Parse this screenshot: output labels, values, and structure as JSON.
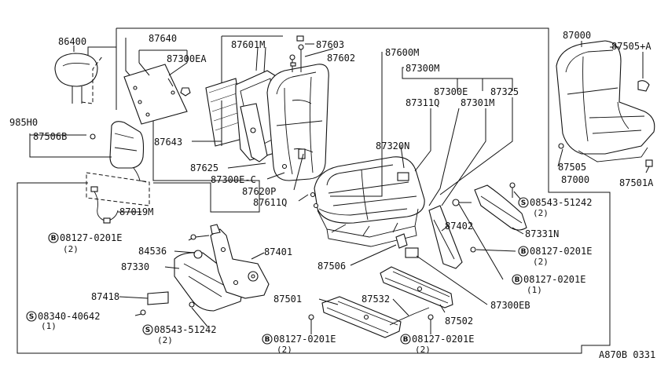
{
  "colors": {
    "ink": "#111111",
    "background": "#ffffff"
  },
  "labels": {
    "p86400": "86400",
    "p87640": "87640",
    "p87300EA": "87300EA",
    "p985H0": "985H0",
    "p87506B": "87506B",
    "p87601M": "87601M",
    "p87603": "87603",
    "p87602": "87602",
    "p87600M": "87600M",
    "p87300M": "87300M",
    "p87300E": "87300E",
    "p87311Q": "87311Q",
    "p87301M": "87301M",
    "p87325": "87325",
    "p87643": "87643",
    "p87625": "87625",
    "p87300E_C": "87300E-C",
    "p87620P": "87620P",
    "p87611Q": "87611Q",
    "p87320N": "87320N",
    "p87000_top": "87000",
    "p87505A": "87505+A",
    "p87505": "87505",
    "p87000_right": "87000",
    "p87501A": "87501A",
    "p87019M": "87019M",
    "p87402": "87402",
    "p87331N": "87331N",
    "p87401": "87401",
    "p84536": "84536",
    "p87330": "87330",
    "p87506": "87506",
    "p87418": "87418",
    "p87501": "87501",
    "p87532": "87532",
    "p87300EB": "87300EB",
    "p87502": "87502"
  },
  "fasteners": {
    "f_a": {
      "symbol": "B",
      "code": "08127-0201E",
      "qty": "(2)"
    },
    "f_b": {
      "symbol": "S",
      "code": "08543-51242",
      "qty": "(2)"
    },
    "f_c": {
      "symbol": "B",
      "code": "08127-0201E",
      "qty": "(2)"
    },
    "f_d": {
      "symbol": "B",
      "code": "08127-0201E",
      "qty": "(1)"
    },
    "f_e": {
      "symbol": "S",
      "code": "08340-40642",
      "qty": "(1)"
    },
    "f_f": {
      "symbol": "S",
      "code": "08543-51242",
      "qty": "(2)"
    },
    "f_g": {
      "symbol": "B",
      "code": "08127-0201E",
      "qty": "(2)"
    },
    "f_h": {
      "symbol": "B",
      "code": "08127-0201E",
      "qty": "(2)"
    }
  },
  "reference_code": "A870B 0331"
}
